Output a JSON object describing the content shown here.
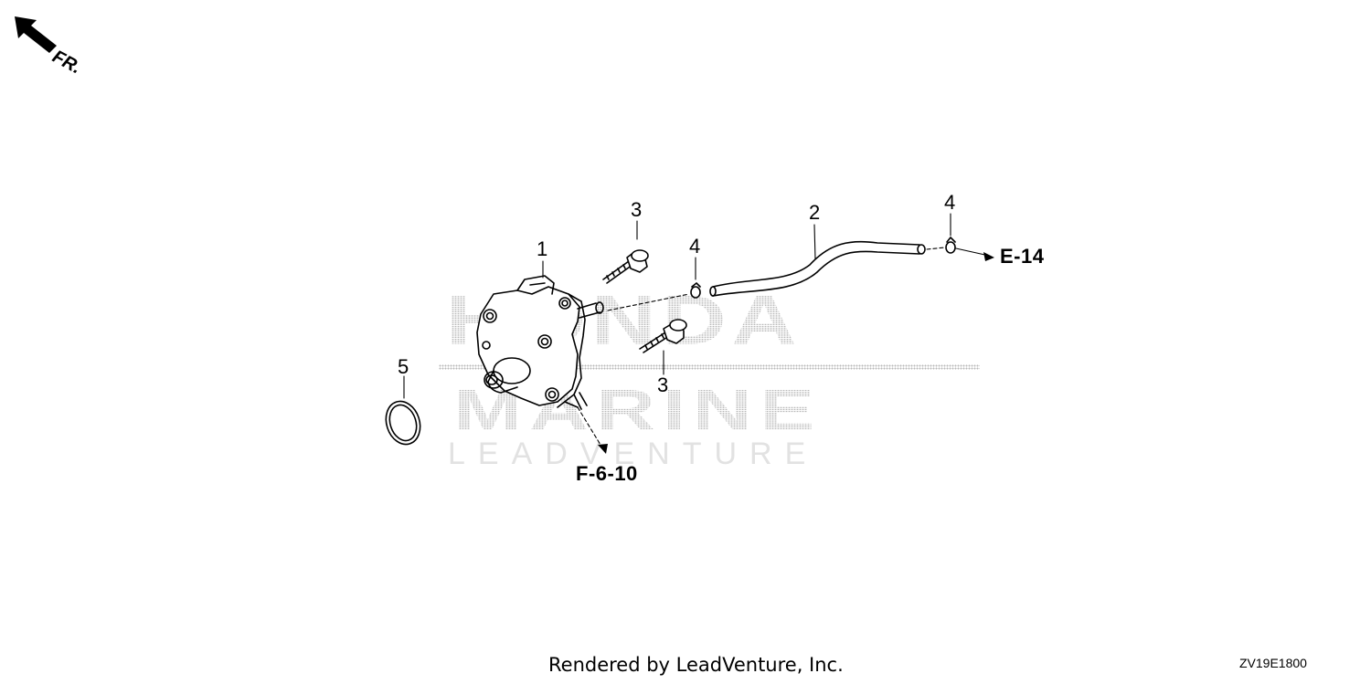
{
  "orientation": {
    "label": "FR."
  },
  "callouts": {
    "c1": "1",
    "c2": "2",
    "c3_top": "3",
    "c3_bottom": "3",
    "c4_mid": "4",
    "c4_right": "4",
    "c5": "5"
  },
  "references": {
    "e14": "E-14",
    "f610": "F-6-10"
  },
  "watermark": {
    "line1": "HONDA",
    "line2": "MARINE",
    "line3": "LEADVENTURE"
  },
  "footer": {
    "credit": "Rendered by LeadVenture, Inc.",
    "diagram_code": "ZV19E1800"
  },
  "colors": {
    "line": "#000000",
    "watermark_dots": "#b9b9b9",
    "background": "#ffffff"
  },
  "icons": [
    "front-direction-arrow-icon",
    "flow-arrow-icon"
  ]
}
